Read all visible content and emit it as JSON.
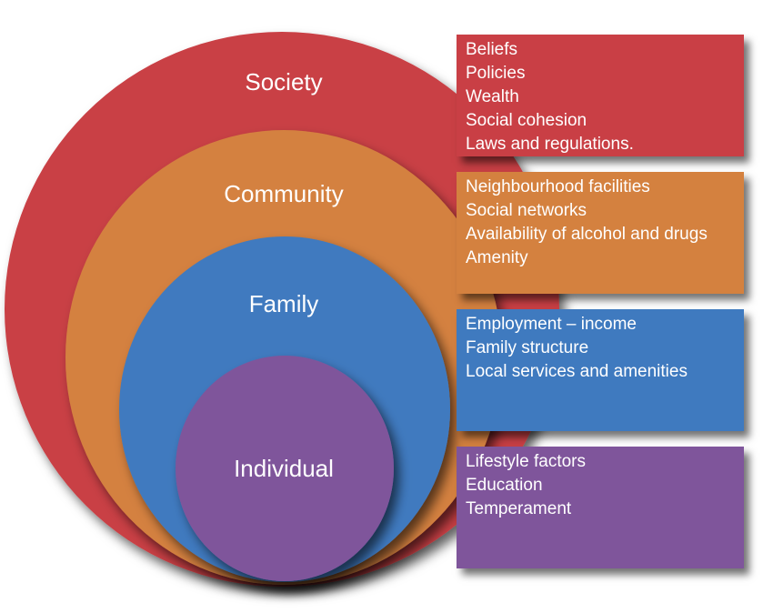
{
  "colors": {
    "society": "#c93f45",
    "community": "#d4813f",
    "family": "#3f7abf",
    "individual": "#7f559b"
  },
  "levels": [
    {
      "key": "society",
      "label": "Society",
      "factors": [
        "Beliefs",
        "Policies",
        "Wealth",
        "Social cohesion",
        "Laws and regulations."
      ]
    },
    {
      "key": "community",
      "label": "Community",
      "factors": [
        "Neighbourhood facilities",
        "Social networks",
        "Availability of alcohol and drugs",
        "Amenity"
      ]
    },
    {
      "key": "family",
      "label": "Family",
      "factors": [
        "Employment – income",
        "Family structure",
        "Local services and amenities"
      ]
    },
    {
      "key": "individual",
      "label": "Individual",
      "factors": [
        "Lifestyle factors",
        "Education",
        "Temperament"
      ]
    }
  ]
}
